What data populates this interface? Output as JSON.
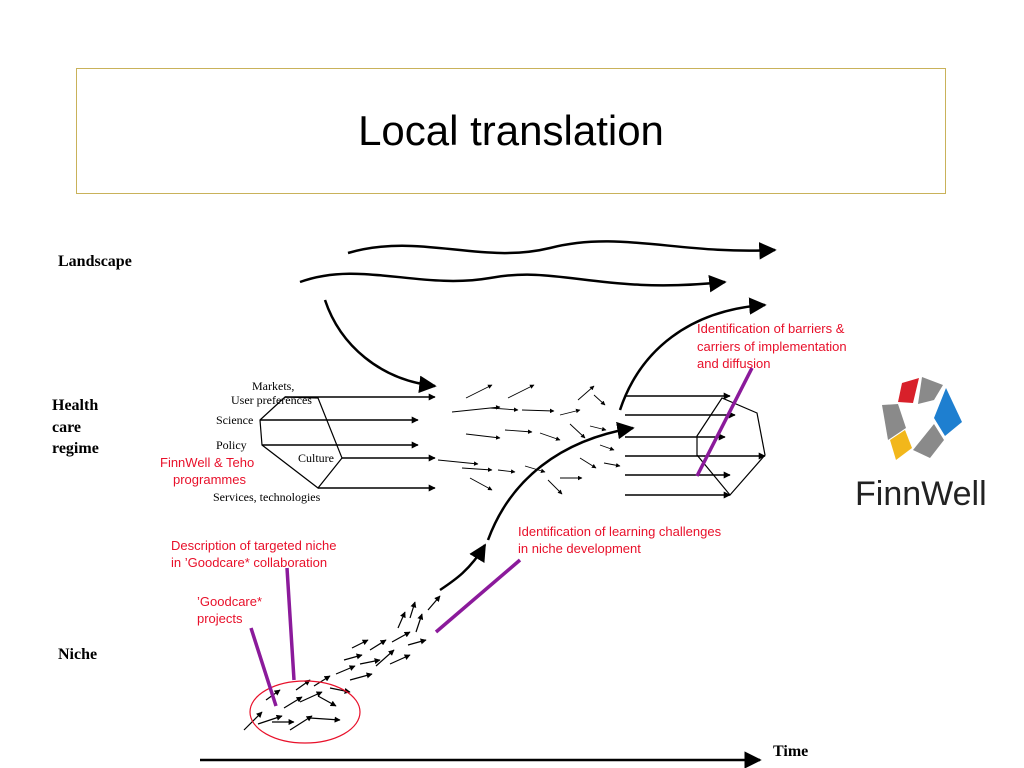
{
  "title": "Local translation",
  "levels": {
    "landscape": "Landscape",
    "regime_line1": "Health",
    "regime_line2": "care",
    "regime_line3": "regime",
    "niche": "Niche",
    "time": "Time"
  },
  "regime_labels": {
    "markets": "Markets,",
    "user_prefs": "User preferences",
    "science": "Science",
    "policy": "Policy",
    "culture": "Culture",
    "services": "Services, technologies"
  },
  "annotations": {
    "barriers_line1": "Identification of barriers &",
    "barriers_line2": "carriers of implementation",
    "barriers_line3": "and diffusion",
    "finnwell_line1": "FinnWell & Teho",
    "finnwell_line2": "programmes",
    "learning_line1": "Identification of learning challenges",
    "learning_line2": "in niche development",
    "description_line1": "Description of targeted niche",
    "description_line2": "in ’Goodcare* collaboration",
    "projects_line1": "’Goodcare*",
    "projects_line2": "projects"
  },
  "logo": {
    "text": "FinnWell",
    "colors": {
      "red": "#d8202a",
      "blue": "#1e7fd0",
      "yellow": "#f2b71b",
      "gray": "#8a8a8a"
    }
  },
  "colors": {
    "annotation": "#e8102a",
    "pointer": "#8b1a9b",
    "border": "#c9b25a"
  }
}
